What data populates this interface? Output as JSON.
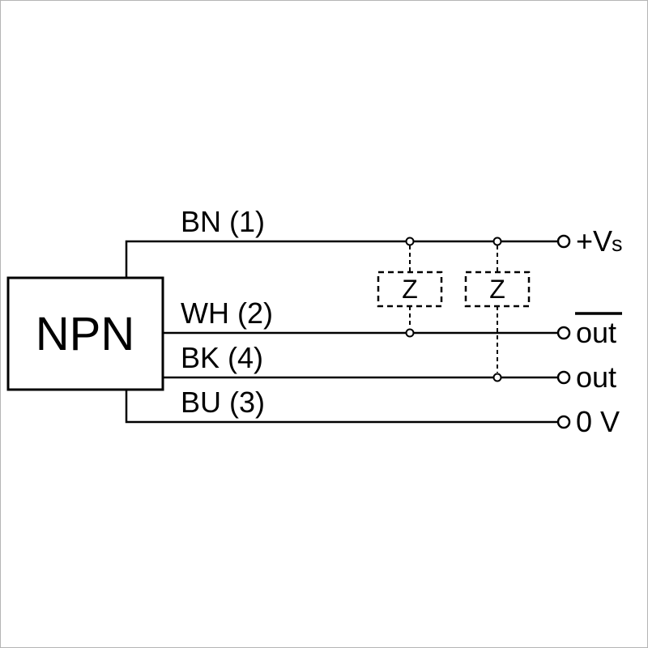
{
  "diagram": {
    "device_label": "NPN",
    "wire_labels": {
      "bn": "BN (1)",
      "wh": "WH (2)",
      "bk": "BK (4)",
      "bu": "BU (3)"
    },
    "terminals": {
      "supply_main": "+V",
      "supply_sub": "s",
      "out_inverted": "out",
      "out": "out",
      "ground": "0 V"
    },
    "loads": {
      "z1": "Z",
      "z2": "Z"
    },
    "colors": {
      "line": "#000000",
      "background": "#ffffff",
      "frame": "#b5b5b5"
    }
  }
}
